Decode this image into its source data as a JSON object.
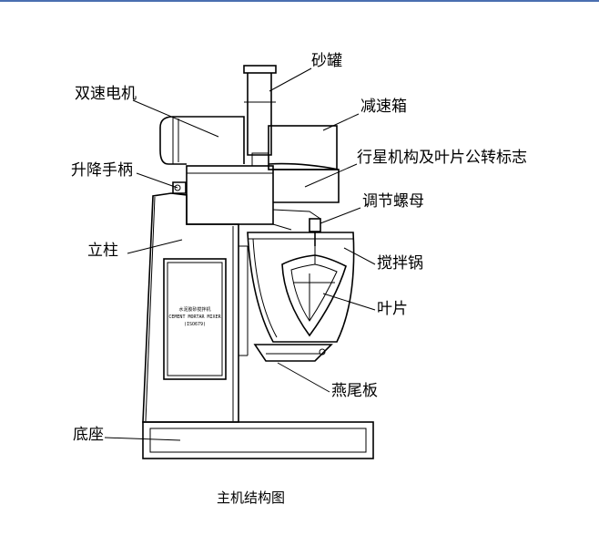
{
  "labels": {
    "sand_tank": "砂罐",
    "dual_speed_motor": "双速电机",
    "gearbox": "减速箱",
    "planetary": "行星机构及叶片公转标志",
    "lift_handle": "升降手柄",
    "adjust_nut": "调节螺母",
    "column": "立柱",
    "mixing_pot": "搅拌锅",
    "blade": "叶片",
    "dovetail_plate": "燕尾板",
    "base": "底座"
  },
  "nameplate": {
    "line1": "水泥胶砂搅拌机",
    "line2": "CEMENT MORTAR MIXER",
    "line3": "(ISO679)"
  },
  "caption": "主机结构图"
}
